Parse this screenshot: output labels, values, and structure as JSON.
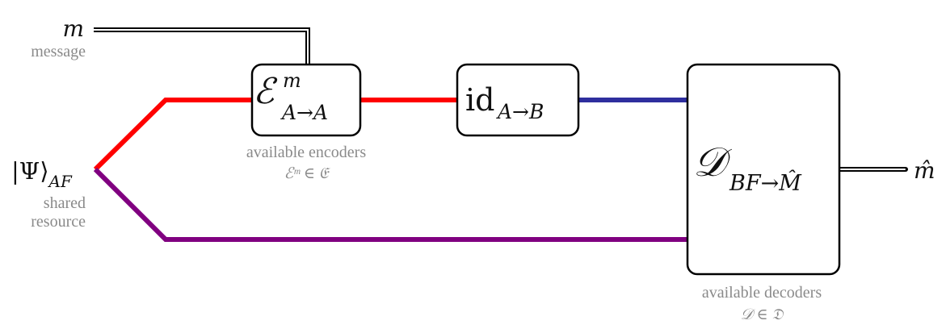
{
  "colors": {
    "red_wire": "#ff0000",
    "blue_wire": "#2e2e9e",
    "purple_wire": "#800080",
    "classical_wire": "#000000",
    "caption_gray": "#8a8a8a"
  },
  "message": {
    "symbol": "m",
    "caption": "message"
  },
  "output": {
    "symbol": "m̂"
  },
  "resource": {
    "ket": "|Ψ⟩",
    "subscript": "AF",
    "caption_line1": "shared",
    "caption_line2": "resource"
  },
  "encoder": {
    "symbol": "ℰ",
    "superscript": "m",
    "subscript": "A→A",
    "caption": "available encoders",
    "set_expr": "ℰᵐ ∈ 𝔈"
  },
  "channel": {
    "symbol": "id",
    "subscript": "A→B"
  },
  "decoder": {
    "symbol": "𝒟",
    "subscript": "BF→M̂",
    "caption": "available decoders",
    "set_expr": "𝒟 ∈ 𝔇"
  }
}
